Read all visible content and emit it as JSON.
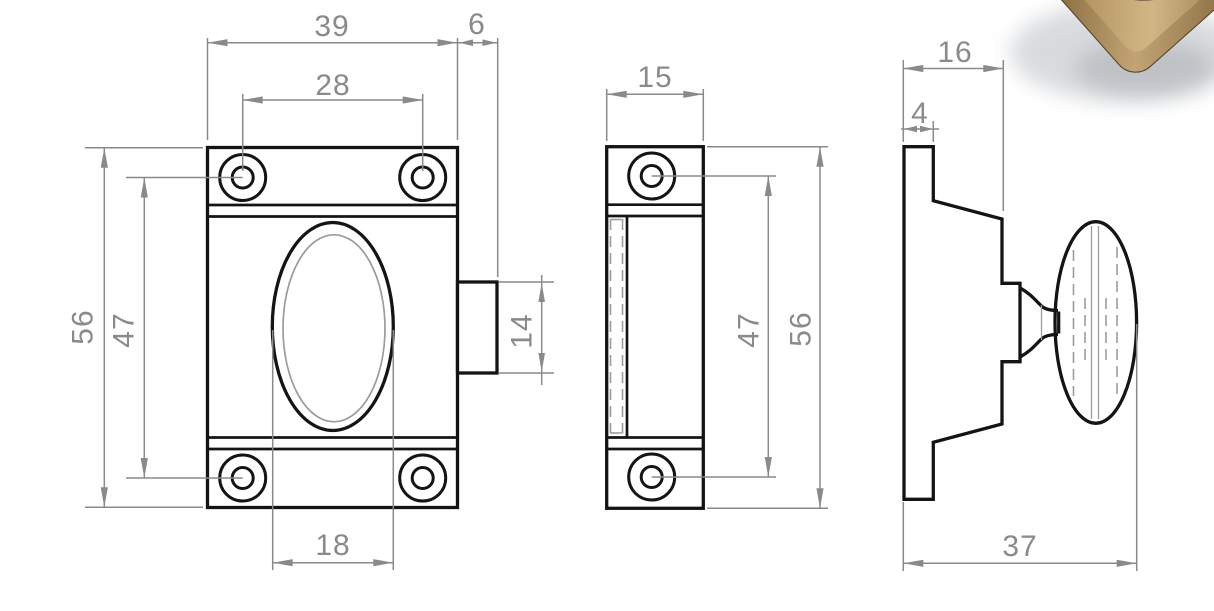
{
  "drawing": {
    "description": "Orthographic technical drawing of a brass cupboard catch (cabinet latch) with oval turn knob: front view, side view and profile view with dimensions, plus product photo corner",
    "views": {
      "front": {
        "label": "front-view",
        "dims": {
          "overall_width": "39",
          "bolt_projection": "6",
          "screw_spacing_horizontal": "28",
          "overall_height": "56",
          "screw_spacing_vertical": "47",
          "bolt_height": "14",
          "knob_width": "18"
        }
      },
      "side": {
        "label": "side-view",
        "dims": {
          "depth": "15",
          "screw_spacing_vertical": "47",
          "overall_height": "56"
        }
      },
      "profile": {
        "label": "profile-view",
        "dims": {
          "boss_depth": "16",
          "plate_thickness": "4",
          "overall_depth": "37"
        }
      }
    },
    "colors": {
      "outline": "#141414",
      "dimension": "#8a8a8a",
      "hidden_line": "#9c9c9c",
      "brass_darkest": "#563f24",
      "brass_dark": "#8a6d42",
      "brass_light": "#c2a474",
      "brass_mid": "#8f7347",
      "brass_shadow": "#5e492c",
      "inner_face_dark": "#7d6239",
      "inner_face_mid": "#b2945f",
      "inner_face_light": "#d3b887",
      "inner_face_deep": "#a08251",
      "inner_face_edge": "#6e5734",
      "knob_core": "#0e0a06",
      "knob_dark": "#1c150c",
      "knob_rim": "#3a2d1a",
      "knob_edge": "#57432a"
    }
  }
}
